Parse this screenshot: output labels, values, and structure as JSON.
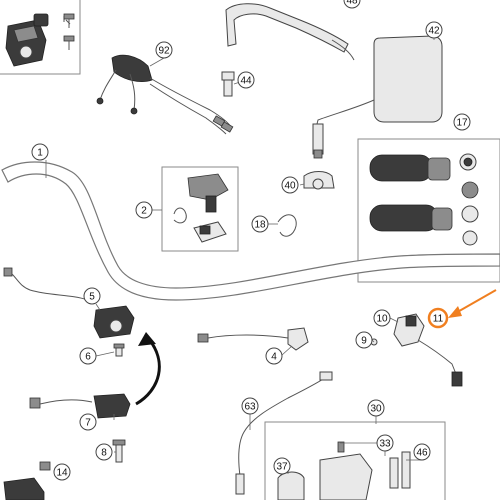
{
  "callouts": [
    "1",
    "2",
    "4",
    "5",
    "6",
    "7",
    "8",
    "9",
    "10",
    "11",
    "14",
    "17",
    "18",
    "30",
    "33",
    "37",
    "40",
    "42",
    "44",
    "46",
    "48",
    "63",
    "92"
  ],
  "highlight": {
    "label": "11",
    "color": "#f07f20"
  },
  "colors": {
    "line": "#555555",
    "box": "#8a8a8a",
    "text": "#111111"
  }
}
